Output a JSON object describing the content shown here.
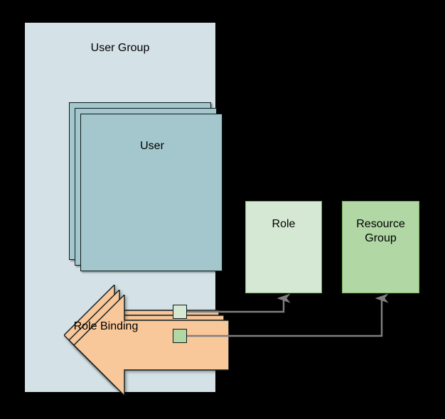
{
  "diagram": {
    "type": "rbac-access-model",
    "background_color": "#000000",
    "user_group": {
      "label": "User Group",
      "fill_color": "#d4e1e6",
      "user_card": {
        "label": "User",
        "fill_color": "#a3c7cc",
        "stack_count": 3
      }
    },
    "role_binding": {
      "label": "Role Binding",
      "fill_color": "#f8c79a",
      "stack_count": 3,
      "shape": "left-arrow",
      "ports": [
        {
          "name": "role-port",
          "color": "#d5e8d4"
        },
        {
          "name": "resource-group-port",
          "color": "#b0d7a4"
        }
      ]
    },
    "targets": [
      {
        "label": "Role",
        "fill_color": "#d5e8d4",
        "border_color": "#82b366"
      },
      {
        "label": "Resource Group",
        "fill_color": "#b0d7a4",
        "border_color": "#82b366"
      }
    ],
    "connectors": {
      "color": "#7f7f7f",
      "edges": [
        {
          "from": "role-port",
          "to": "Role"
        },
        {
          "from": "resource-group-port",
          "to": "Resource Group"
        }
      ]
    }
  }
}
